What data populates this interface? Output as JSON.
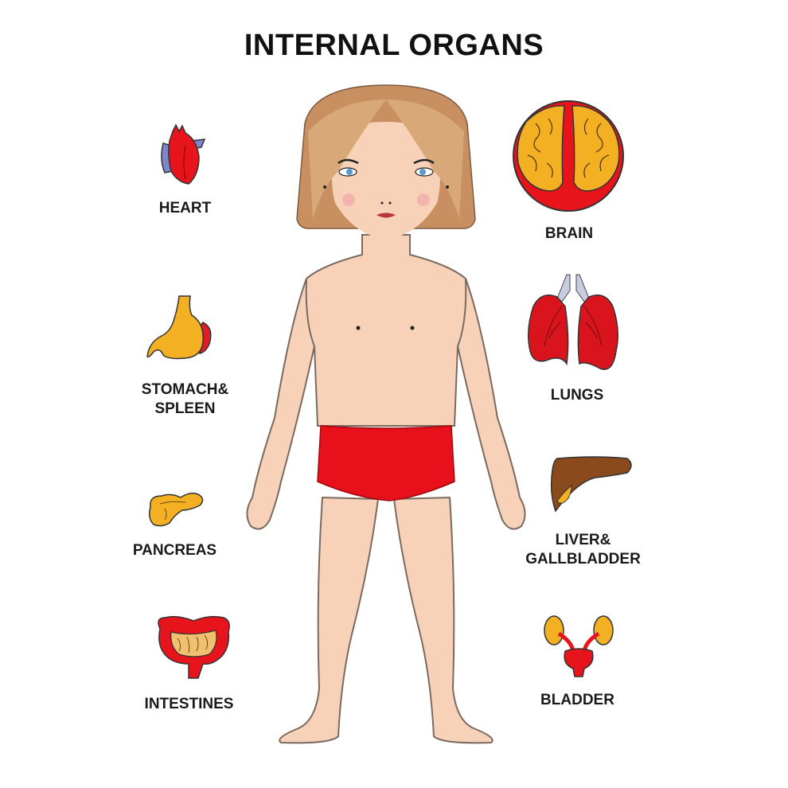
{
  "title": "INTERNAL ORGANS",
  "organs": {
    "heart": {
      "label": "HEART",
      "color": "#e8141c"
    },
    "stomach": {
      "label": "STOMACH&\nSPLEEN",
      "color": "#f3b023"
    },
    "pancreas": {
      "label": "PANCREAS",
      "color": "#f3b023"
    },
    "intestines": {
      "label": "INTESTINES",
      "color": "#e8141c"
    },
    "brain": {
      "label": "BRAIN",
      "color": "#f3b023"
    },
    "lungs": {
      "label": "LUNGS",
      "color": "#d9141c"
    },
    "liver": {
      "label": "LIVER&\nGALLBLADDER",
      "color": "#8a4a1c"
    },
    "bladder": {
      "label": "BLADDER",
      "color": "#e8141c"
    }
  },
  "figure": {
    "skin": "#f8d2b8",
    "hair": "#c89060",
    "briefs": "#e8101a",
    "outline": "#7a6a60"
  }
}
